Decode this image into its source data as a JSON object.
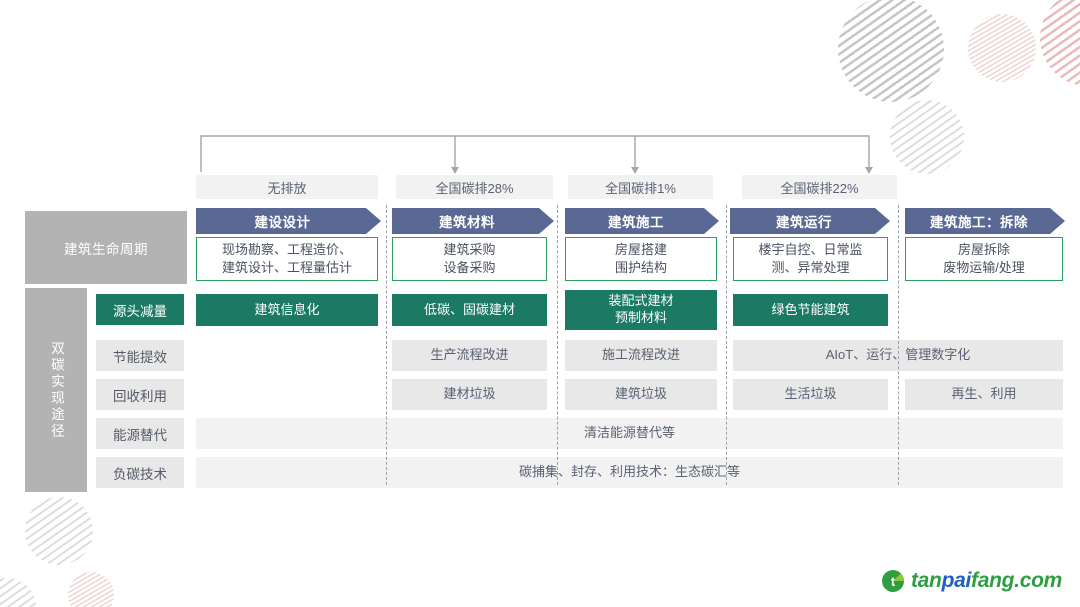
{
  "sidebar": {
    "lifecycle_label": "建筑生命周期",
    "dual_carbon_label": "双碳实现途径",
    "rows": [
      {
        "label": "源头减量",
        "active": true
      },
      {
        "label": "节能提效",
        "active": false
      },
      {
        "label": "回收利用",
        "active": false
      },
      {
        "label": "能源替代",
        "active": false
      },
      {
        "label": "负碳技术",
        "active": false
      }
    ]
  },
  "columns": [
    {
      "emission": "无排放",
      "stage": "建设设计",
      "description": "现场勘察、工程造价、\n建筑设计、工程量估计"
    },
    {
      "emission": "全国碳排28%",
      "stage": "建筑材料",
      "description": "建筑采购\n设备采购"
    },
    {
      "emission": "全国碳排1%",
      "stage": "建筑施工",
      "description": "房屋搭建\n围护结构"
    },
    {
      "emission": "全国碳排22%",
      "stage": "建筑运行",
      "description": "楼宇自控、日常监\n测、异常处理"
    },
    {
      "emission": "",
      "stage": "建筑施工：拆除",
      "description": "房屋拆除\n废物运输/处理"
    }
  ],
  "matrix": {
    "source_reduction": [
      {
        "text": "建筑信息化",
        "style": "green"
      },
      {
        "text": "低碳、固碳建材",
        "style": "green"
      },
      {
        "text": "装配式建材\n预制材料",
        "style": "green"
      },
      {
        "text": "绿色节能建筑",
        "style": "green"
      },
      {
        "text": "",
        "style": "empty"
      }
    ],
    "efficiency": [
      {
        "text": "",
        "style": "empty"
      },
      {
        "text": "生产流程改进",
        "style": "gray"
      },
      {
        "text": "施工流程改进",
        "style": "gray"
      },
      {
        "text": "AIoT、运行、管理数字化",
        "style": "gray",
        "span": 2
      }
    ],
    "recycling": [
      {
        "text": "",
        "style": "empty"
      },
      {
        "text": "建材垃圾",
        "style": "gray"
      },
      {
        "text": "建筑垃圾",
        "style": "gray"
      },
      {
        "text": "生活垃圾",
        "style": "gray"
      },
      {
        "text": "再生、利用",
        "style": "gray"
      }
    ],
    "energy_substitution": {
      "text": "清洁能源替代等",
      "style": "light"
    },
    "negative_carbon": {
      "text": "碳捕集、封存、利用技术：生态碳汇等",
      "style": "light"
    }
  },
  "logo": {
    "mark": "leaf-icon",
    "word_1": "tan",
    "word_2": "pai",
    "word_3": "fang.com"
  },
  "colors": {
    "stage_blue": "#5a6894",
    "green": "#1a7a63",
    "green_border": "#2aa05e",
    "gray_label": "#b3b3b3",
    "cell_gray": "#e8e8e8",
    "cell_light": "#f2f2f2"
  }
}
